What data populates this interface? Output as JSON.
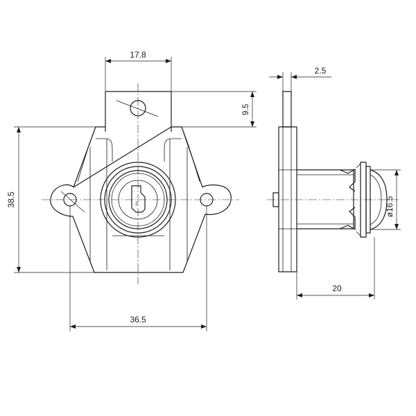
{
  "dimensions": {
    "top_width": "17.8",
    "plate_thickness": "2.5",
    "tab_offset": "9.5",
    "overall_height": "38.5",
    "hole_spacing": "36.5",
    "cylinder_length": "20",
    "cylinder_diameter": "ø16.5"
  },
  "key_mark": "2"
}
